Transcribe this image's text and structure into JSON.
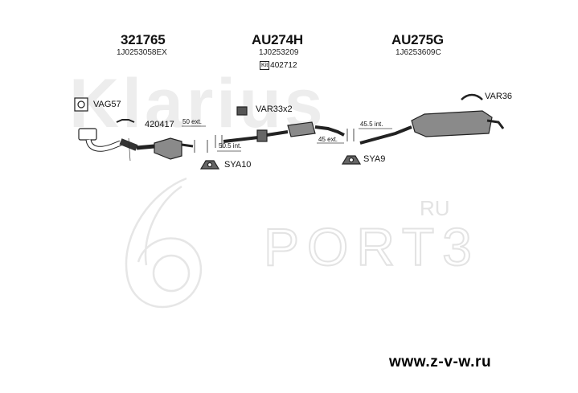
{
  "watermarks": {
    "brand": "Klarius",
    "site_ru": "RU",
    "site_port": "PORT3"
  },
  "parts": [
    {
      "number": "321765",
      "oem": "1J0253058EX"
    },
    {
      "number": "AU274H",
      "oem": "1J0253209"
    },
    {
      "number": "AU275G",
      "oem": "1J6253609C"
    }
  ],
  "kit": {
    "prefix": "Kit",
    "number": "402712"
  },
  "fittings": {
    "vag57": "VAG57",
    "r420417": "420417",
    "var33": "VAR33x2",
    "var36": "VAR36",
    "sya10": "SYA10",
    "sya9": "SYA9"
  },
  "dimensions": {
    "d50ext": "50 ext.",
    "d50_5int": "50.5 int.",
    "d45_5int": "45.5 int.",
    "d45ext": "45 ext."
  },
  "footer_url": "www.z-v-w.ru",
  "colors": {
    "watermark": "#ececec",
    "ink": "#111111"
  }
}
